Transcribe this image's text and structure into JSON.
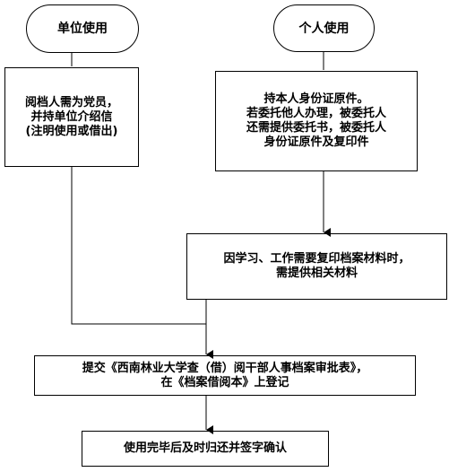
{
  "diagram": {
    "start_unit": "单位使用",
    "start_personal": "个人使用",
    "unit_requirement": {
      "line1": "阅档人需为党员，",
      "line2": "并持单位介绍信",
      "line3": "(注明使用或借出)"
    },
    "personal_requirement": {
      "line1": "持本人身份证原件。",
      "line2": "若委托他人办理，被委托人",
      "line3": "还需提供委托书，被委托人",
      "line4": "身份证原件及复印件"
    },
    "copy_requirement": {
      "line1": "因学习、工作需要复印档案材料时，",
      "line2": "需提供相关材料"
    },
    "submit_step": {
      "line1": "提交《西南林业大学查（借）阅干部人事档案审批表》，",
      "line2": "在《档案借阅本》上登记"
    },
    "return_step": "使用完毕后及时归还并签字确认"
  }
}
